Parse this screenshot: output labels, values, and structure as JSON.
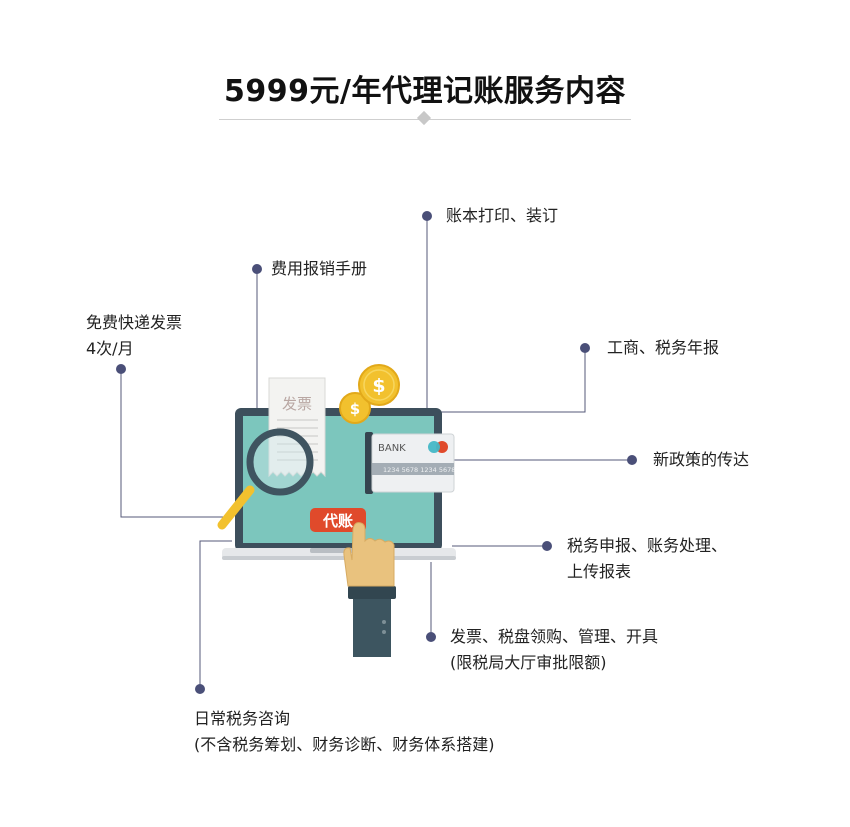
{
  "title": "5999元/年代理记账服务内容",
  "illustration": {
    "receipt_text": "发票",
    "stamp_text": "代账",
    "card_bank": "BANK",
    "card_number": "1234 5678 1234 5678",
    "coin_symbol": "$"
  },
  "services": [
    {
      "name": "invoice-delivery",
      "line1": "免费快递发票",
      "line2": "4次/月"
    },
    {
      "name": "expense-manual",
      "line1": "费用报销手册"
    },
    {
      "name": "ledger-binding",
      "line1": "账本打印、装订"
    },
    {
      "name": "annual-report",
      "line1": "工商、税务年报"
    },
    {
      "name": "policy-update",
      "line1": "新政策的传达"
    },
    {
      "name": "tax-filing",
      "line1": "税务申报、账务处理、",
      "line2": "上传报表"
    },
    {
      "name": "invoice-tax-device",
      "line1": "发票、税盘领购、管理、开具",
      "line2": "(限税局大厅审批限额)"
    },
    {
      "name": "daily-consult",
      "line1": "日常税务咨询",
      "line2": "(不含税务筹划、财务诊断、财务体系搭建)"
    }
  ],
  "colors": {
    "dot": "#4a4f78",
    "leader": "#555a7a",
    "laptop_frame": "#3d4f5c",
    "laptop_screen": "#7cc6bd",
    "stamp": "#e04a2b",
    "coin": "#f2c12e",
    "hand": "#e9c27e",
    "sleeve": "#3d5560"
  }
}
